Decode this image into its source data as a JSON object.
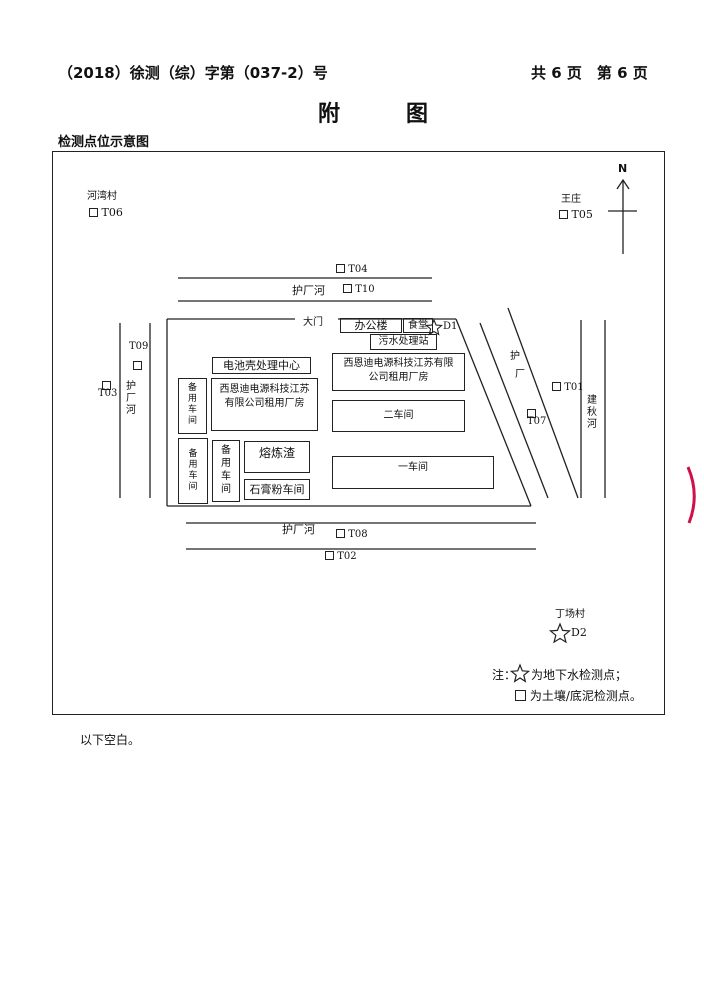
{
  "header": {
    "doc_number": "（2018）徐测（综）字第（037-2）号",
    "page_info": "共 6 页　第 6 页"
  },
  "title": "附　图",
  "figure_caption": "检测点位示意图",
  "map": {
    "north": "N",
    "villages": {
      "hewan": "河湾村",
      "wangzhuang": "王庄",
      "dingchang": "丁场村"
    },
    "points": {
      "T01": "T01",
      "T02": "T02",
      "T03": "T03",
      "T04": "T04",
      "T05": "T05",
      "T06": "T06",
      "T07": "T07",
      "T08": "T08",
      "T09": "T09",
      "T10": "T10",
      "D1": "D1",
      "D2": "D2"
    },
    "rivers": {
      "top": "护厂河",
      "bottom": "护厂河",
      "left": [
        "护",
        "厂",
        "河"
      ],
      "right_diag": [
        "护",
        "厂"
      ],
      "east": [
        "建",
        "秋",
        "河"
      ]
    },
    "gate": "大门",
    "buildings": {
      "office": "办公楼",
      "canteen": "食堂",
      "sewage": "污水处理站",
      "battery_center": "电池壳处理中心",
      "rented_plant_1": [
        "西恩迪电源科技江苏有限",
        "公司租用厂房"
      ],
      "rented_plant_2": [
        "西恩迪电源科技江苏",
        "有限公司租用厂房"
      ],
      "workshop_2": "二车间",
      "workshop_1": "一车间",
      "spare_workshop_a": [
        "备",
        "用",
        "车",
        "间"
      ],
      "spare_workshop_b": [
        "备",
        "用",
        "车",
        "间"
      ],
      "spare_workshop_c": [
        "备",
        "用",
        "车",
        "间"
      ],
      "smelting_slag": "熔炼渣",
      "gypsum_workshop": "石膏粉车间"
    },
    "legend": {
      "prefix": "注：",
      "star_label": "为地下水检测点；",
      "square_label": "为土壤/底泥检测点。"
    }
  },
  "footer": "以下空白。"
}
